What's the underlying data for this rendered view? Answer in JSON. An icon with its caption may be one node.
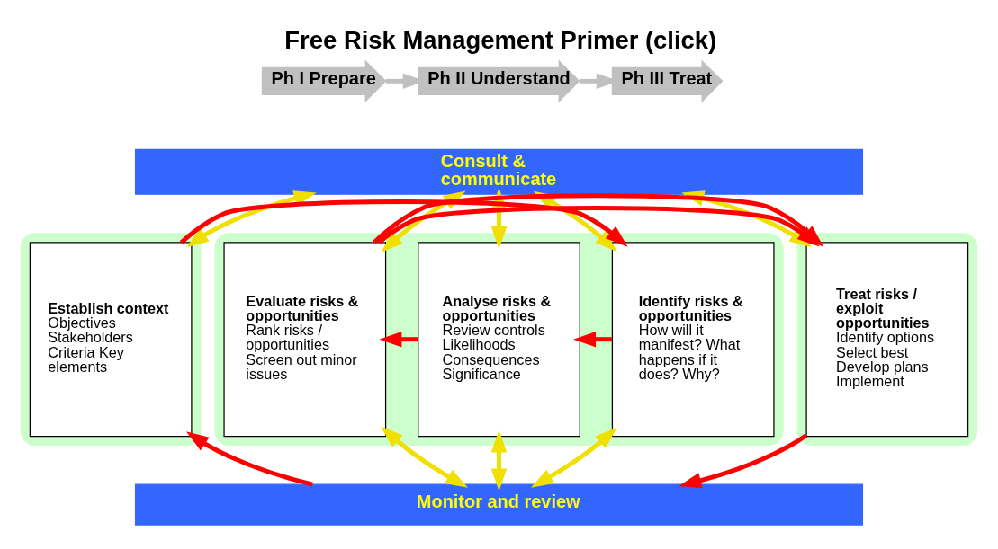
{
  "diagram": {
    "title": "Free Risk Management Primer (click)",
    "nodes": [
      {
        "text": [
          "Ph I Prepare"
        ]
      },
      {
        "text": [
          "Ph II Understand"
        ]
      },
      {
        "text": [
          "Ph III Treat"
        ]
      },
      {
        "text": [
          "Consult & communicate"
        ]
      },
      {
        "text": [],
        "shape": "box"
      },
      {
        "text": [
          "Establish context",
          "Objectives Stakeholders Criteria Key elements"
        ],
        "in": 4
      },
      {
        "text": [],
        "shape": "box"
      },
      {
        "text": [
          "Identify risks & opportunities",
          "How will it manifest? What happens if it does? Why?"
        ],
        "in": 6
      },
      {
        "text": [
          "Analyse risks & opportunities",
          "Review controls Likelihoods Consequences Significance"
        ],
        "in": 6
      },
      {
        "text": [
          "Evaluate risks & opportunities",
          "Rank risks / opportunities Screen out minor issues"
        ],
        "in": 6
      },
      {
        "text": [],
        "shape": "box"
      },
      {
        "text": [
          "Treat risks / exploit opportunities",
          "Identify options Select best Develop plans Implement"
        ],
        "in": 10
      },
      {
        "text": [
          "Monitor and review"
        ]
      }
    ],
    "edges": [
      {
        "from": 0,
        "to": 1,
        "arrow": "to",
        "color": "#c0c0c0"
      },
      {
        "from": 1,
        "to": 2,
        "arrow": "to",
        "color": "#c0c0c0"
      },
      {
        "from": 3,
        "to": 5,
        "arrow": "both"
      },
      {
        "from": 3,
        "to": 7,
        "arrow": "both"
      },
      {
        "from": 3,
        "to": 8,
        "arrow": "both"
      },
      {
        "from": 3,
        "to": 9,
        "arrow": "both"
      },
      {
        "from": 3,
        "to": 11,
        "arrow": "both"
      },
      {
        "from": 5,
        "to": 7,
        "arrow": "to",
        "color": "#ff0000"
      },
      {
        "from": 7,
        "to": 8,
        "arrow": "to",
        "color": "#ff0000"
      },
      {
        "from": 8,
        "to": 9,
        "arrow": "to",
        "color": "#ff0000"
      },
      {
        "from": 9,
        "to": 11,
        "arrow": "to",
        "color": "#ff0000"
      },
      {
        "from": 12,
        "to": 5,
        "arrow": "to",
        "color": "#ff0000"
      },
      {
        "from": 12,
        "to": 7,
        "arrow": "both"
      },
      {
        "from": 12,
        "to": 8,
        "arrow": "both"
      },
      {
        "from": 12,
        "to": 9,
        "arrow": "both"
      },
      {
        "from": 11,
        "to": 12,
        "arrow": "to",
        "color": "#ff0000"
      }
    ]
  }
}
